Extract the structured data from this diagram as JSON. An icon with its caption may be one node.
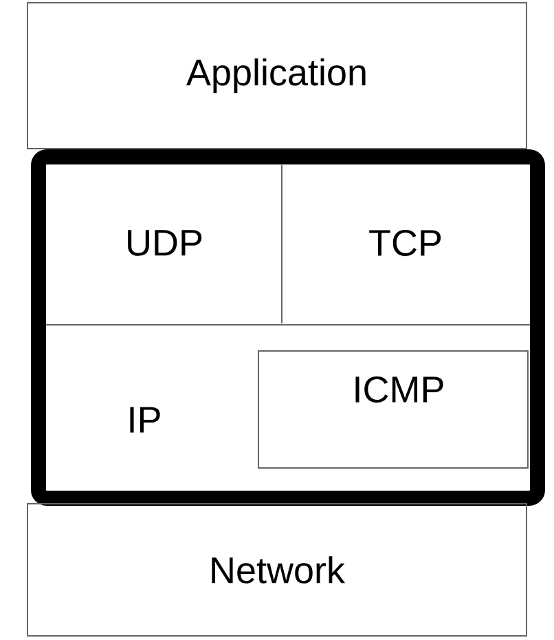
{
  "diagram": {
    "nodes": [
      {
        "text": [
          "Application"
        ]
      },
      {
        "text": [],
        "shape": "box"
      },
      {
        "text": [
          "UDP"
        ],
        "in": 1
      },
      {
        "text": [
          "TCP"
        ],
        "in": 1
      },
      {
        "text": [
          "IP"
        ],
        "in": 1
      },
      {
        "text": [
          "ICMP"
        ],
        "in": 1
      },
      {
        "text": [
          "Network"
        ]
      }
    ]
  }
}
